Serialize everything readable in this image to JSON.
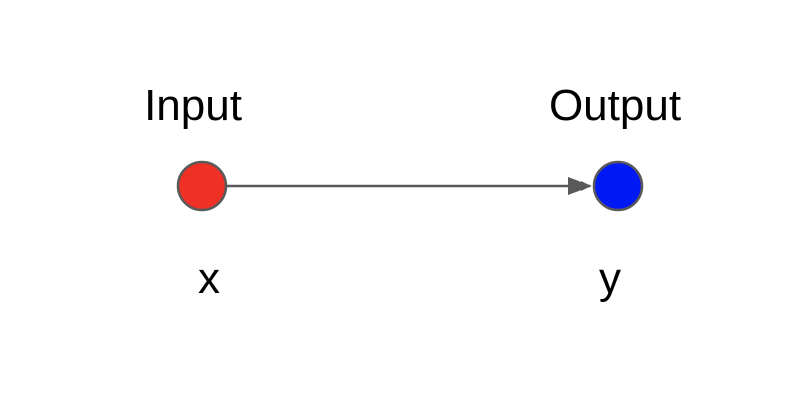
{
  "input_node": {
    "title": "Input",
    "variable": "x",
    "color": "#ee3124"
  },
  "output_node": {
    "title": "Output",
    "variable": "y",
    "color": "#0019f5"
  },
  "node_outline_color": "#595959",
  "edge_color": "#595959"
}
